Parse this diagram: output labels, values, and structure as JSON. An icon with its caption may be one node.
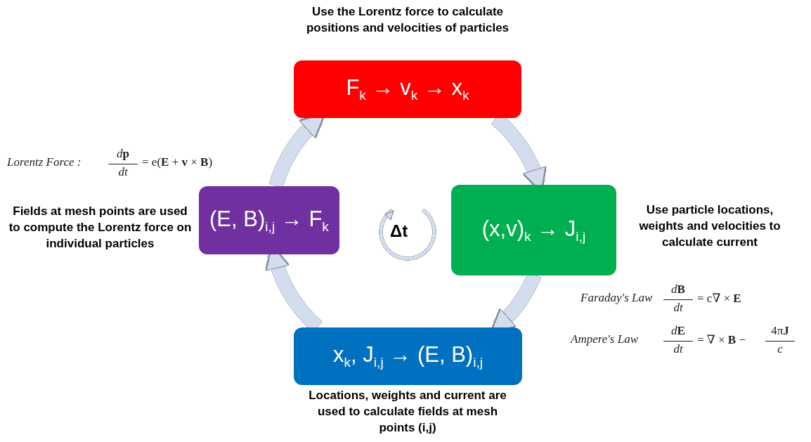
{
  "diagram": {
    "nodes": [
      {
        "text": [
          "F$_{k}$ → v$_{k}$ → x$_{k}$"
        ],
        "beside": [
          "Use the Lorentz force to calculate positions and velocities of particles"
        ]
      },
      {
        "text": [
          "(x,v)$_{k}$ → J$_{i,j}$"
        ],
        "beside": [
          "Use particle locations, weights and velocities to calculate current"
        ]
      },
      {
        "text": [
          "x$_{k}$, J$_{i,j}$ → (E, B)$_{i,j}$"
        ],
        "beside": [
          "Locations, weights and current are used to calculate fields at mesh points (i,j)"
        ]
      },
      {
        "text": [
          "(E, B)$_{i,j}$ → F$_{k}$"
        ],
        "beside": [
          "Fields at mesh points are used to compute the Lorentz force on individual particles"
        ]
      }
    ],
    "edges": [
      {
        "from": 3,
        "to": 0,
        "arrow": "to"
      },
      {
        "from": 0,
        "to": 1,
        "arrow": "to"
      },
      {
        "from": 1,
        "to": 2,
        "arrow": "to"
      },
      {
        "from": 2,
        "to": 3,
        "arrow": "to"
      }
    ],
    "labels": [
      "Δt",
      "Lorentz Force :",
      "d**p**",
      "dt",
      "= e(**E** + **v** × **B**)",
      "Faraday's Law",
      "d**B**",
      "dt",
      "= c∇ × **E**",
      "Ampere's Law",
      "d**E**",
      "dt",
      "= ∇ × **B** −",
      "4π**J**",
      "c"
    ]
  }
}
